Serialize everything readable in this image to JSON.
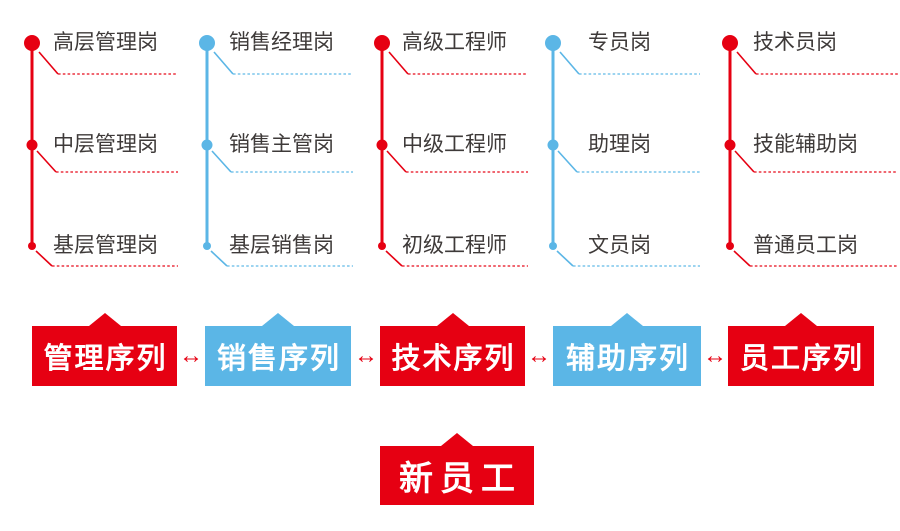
{
  "palette": {
    "red": "#e60012",
    "blue": "#5bb6e6",
    "label_text": "#3e3a39",
    "background": "#ffffff"
  },
  "columns": [
    {
      "name": "management-ladder",
      "color": "red",
      "levels": [
        "高层管理岗",
        "中层管理岗",
        "基层管理岗"
      ]
    },
    {
      "name": "sales-ladder",
      "color": "blue",
      "levels": [
        "销售经理岗",
        "销售主管岗",
        "基层销售岗"
      ]
    },
    {
      "name": "technical-ladder",
      "color": "red",
      "levels": [
        "高级工程师",
        "中级工程师",
        "初级工程师"
      ]
    },
    {
      "name": "auxiliary-ladder",
      "color": "blue",
      "levels": [
        "专员岗",
        "助理岗",
        "文员岗"
      ]
    },
    {
      "name": "staff-ladder",
      "color": "red",
      "levels": [
        "技术员岗",
        "技能辅助岗",
        "普通员工岗"
      ]
    }
  ],
  "sequences": [
    {
      "label": "管理序列",
      "color": "red"
    },
    {
      "label": "销售序列",
      "color": "blue"
    },
    {
      "label": "技术序列",
      "color": "red"
    },
    {
      "label": "辅助序列",
      "color": "blue"
    },
    {
      "label": "员工序列",
      "color": "red"
    }
  ],
  "swap_arrow_glyph": "↔",
  "entry": {
    "label": "新员工",
    "color": "red"
  }
}
